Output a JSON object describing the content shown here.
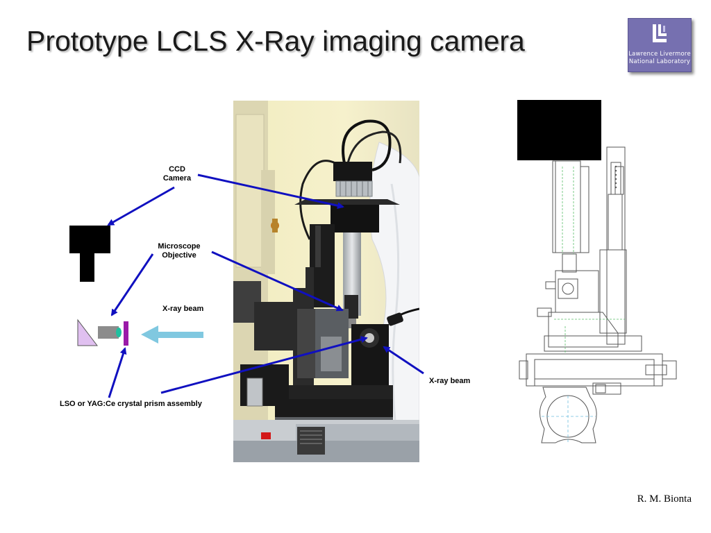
{
  "slide": {
    "title": "Prototype LCLS X-Ray imaging camera",
    "author": "R. M. Bionta"
  },
  "logo": {
    "line1": "Lawrence Livermore",
    "line2": "National Laboratory"
  },
  "labels": {
    "ccd_camera_line1": "CCD",
    "ccd_camera_line2": "Camera",
    "objective_line1": "Microscope",
    "objective_line2": "Objective",
    "xray_beam_left": "X-ray beam",
    "xray_beam_right": "X-ray beam",
    "crystal_assembly": "LSO or YAG:Ce crystal prism assembly"
  },
  "colors": {
    "arrow_blue": "#1010c0",
    "beam_arrow": "#80c8e0",
    "prism_fill": "#e0c0f0",
    "crystal": "#9a1aa8",
    "objective_tip": "#20c0a0",
    "logo_bg": "#7670b0"
  }
}
